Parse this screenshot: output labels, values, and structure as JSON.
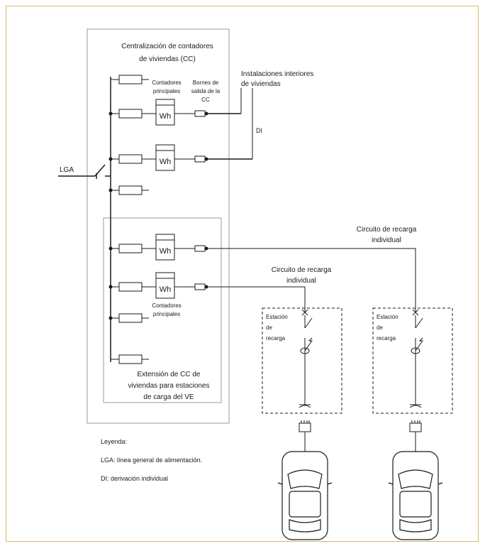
{
  "labels": {
    "cc_title_line1": "Centralización de contadores",
    "cc_title_line2": "de viviendas (CC)",
    "contadores_principales_top_line1": "Contadores",
    "contadores_principales_top_line2": "principales",
    "bornes_line1": "Bornes de",
    "bornes_line2": "salida de la",
    "bornes_line3": "CC",
    "instalaciones_line1": "Instalaciones interiores",
    "instalaciones_line2": "de viviendas",
    "di": "DI",
    "lga": "LGA",
    "wh": "Wh",
    "circuito_right_line1": "Circuito de recarga",
    "circuito_right_line2": "individual",
    "circuito_mid_line1": "Circuito de recarga",
    "circuito_mid_line2": "individual",
    "contadores_principales_bottom_line1": "Contadores",
    "contadores_principales_bottom_line2": "principales",
    "estacion_line1": "Estación",
    "estacion_line2": "de",
    "estacion_line3": "recarga",
    "extension_line1": "Extensión de CC de",
    "extension_line2": "viviendas para estaciones",
    "extension_line3": "de carga del VE"
  },
  "legend": {
    "title": "Leyenda:",
    "lga": "LGA: línea general de alimentación.",
    "di": "DI: derivación individual"
  },
  "colors": {
    "frame": "#d6ba6a",
    "lines": "#1a1a1a",
    "box": "#9a9a9a"
  }
}
